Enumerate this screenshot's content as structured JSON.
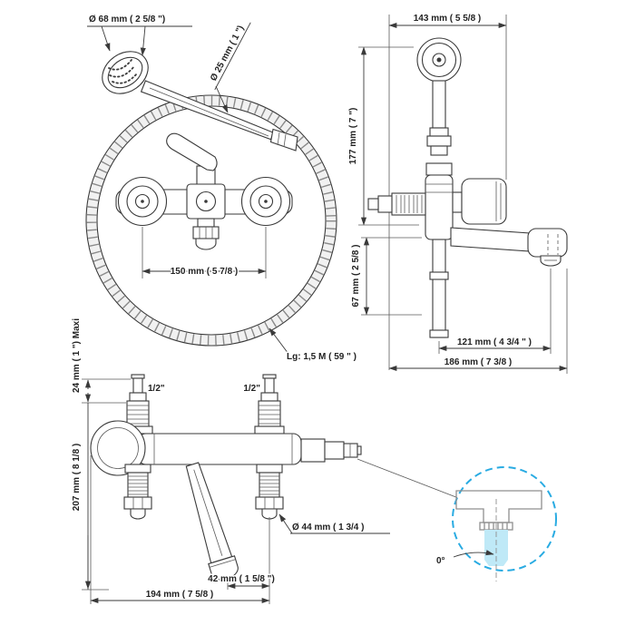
{
  "colors": {
    "line": "#3a3a3a",
    "accent_blue": "#29abe2",
    "water_blue": "#bfe9f7",
    "detail_gray": "#8f8f8f"
  },
  "front_view": {
    "dim_head_diameter": "Ø 68 mm ( 2 5/8 \")",
    "dim_handle_diameter": "Ø 25 mm ( 1 \")",
    "dim_center_distance": "150 mm ( 5 7/8 )",
    "hose_length": "Lg: 1,5 M ( 59 \" )"
  },
  "side_view": {
    "dim_width_top": "143 mm ( 5 5/8 )",
    "dim_height_upper": "177 mm ( 7 \")",
    "dim_height_spout": "67 mm ( 2 5/8 )",
    "dim_spout_reach": "121 mm ( 4 3/4 \" )",
    "dim_total_depth": "186 mm ( 7 3/8 )"
  },
  "deck_view": {
    "dim_deck_max": "24 mm ( 1 \")  Maxi",
    "dim_total_height": "207 mm ( 8 1/8 )",
    "inlet_left": "1/2\"",
    "inlet_right": "1/2\"",
    "dim_shank_diameter": "Ø 44 mm ( 1 3/4 )",
    "dim_cradle_offset": "42 mm ( 1 5/8 \")",
    "dim_overall_width": "194 mm ( 7 5/8 )"
  },
  "detail_view": {
    "angle": "0°"
  }
}
